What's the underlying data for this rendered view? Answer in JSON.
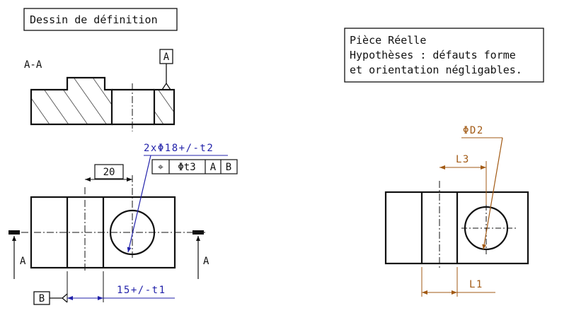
{
  "left_drawing": {
    "title": "Dessin de définition",
    "section_label": "A-A",
    "datum_a": "A",
    "datum_b": "B",
    "dim_20": "20",
    "hole_callout": "2xΦ18+/-t2",
    "fcf": {
      "symbol": "⌖",
      "tolerance": "Φt3",
      "datum1": "A",
      "datum2": "B"
    },
    "dim_15": "15+/-t1",
    "view_arrow_left": "A",
    "view_arrow_right": "A"
  },
  "right_drawing": {
    "note_line1": "Pièce Réelle",
    "note_line2": "Hypothèses : défauts forme",
    "note_line3": "et orientation négligables.",
    "phi_d2": "ΦD2",
    "l3": "L3",
    "l1": "L1"
  },
  "colors": {
    "line": "#111111",
    "blue": "#2222aa",
    "brown": "#a25a14"
  }
}
